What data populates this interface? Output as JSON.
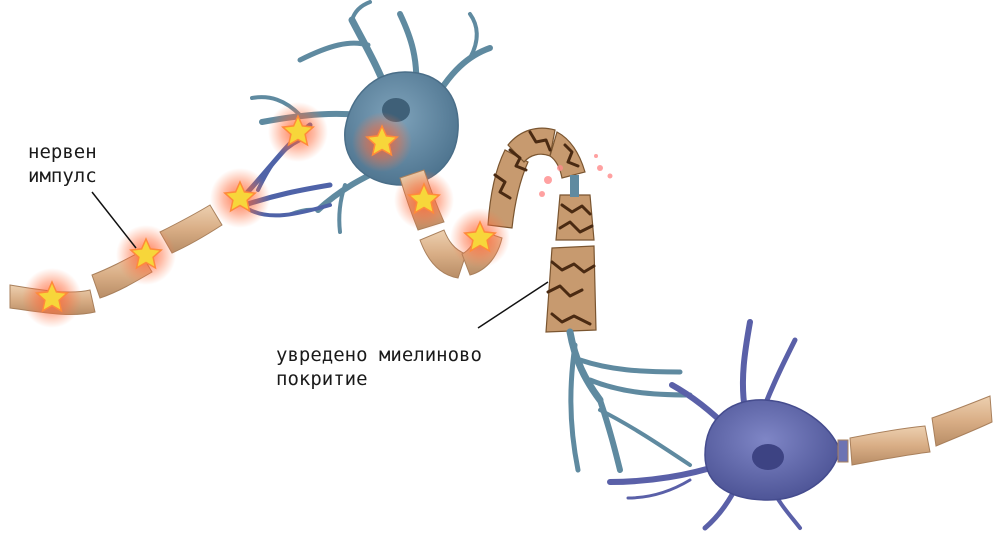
{
  "labels": {
    "nerve_impulse": {
      "line1": "нервен",
      "line2": "импулс"
    },
    "damaged_myelin": {
      "line1": "увредено миелиново",
      "line2": "покритие"
    }
  },
  "colors": {
    "upper_neuron_body": "#6f8fa6",
    "lower_neuron_body": "#6d73b3",
    "dendrite_teal": "#5f8aa0",
    "myelin": "#dbb38e",
    "myelin_damaged": "#b8895c",
    "crack": "#4a2a12",
    "impulse_star": "#f7d63a",
    "impulse_glow": "#ff4a2a"
  },
  "icons": {
    "impulse": "star-icon"
  }
}
